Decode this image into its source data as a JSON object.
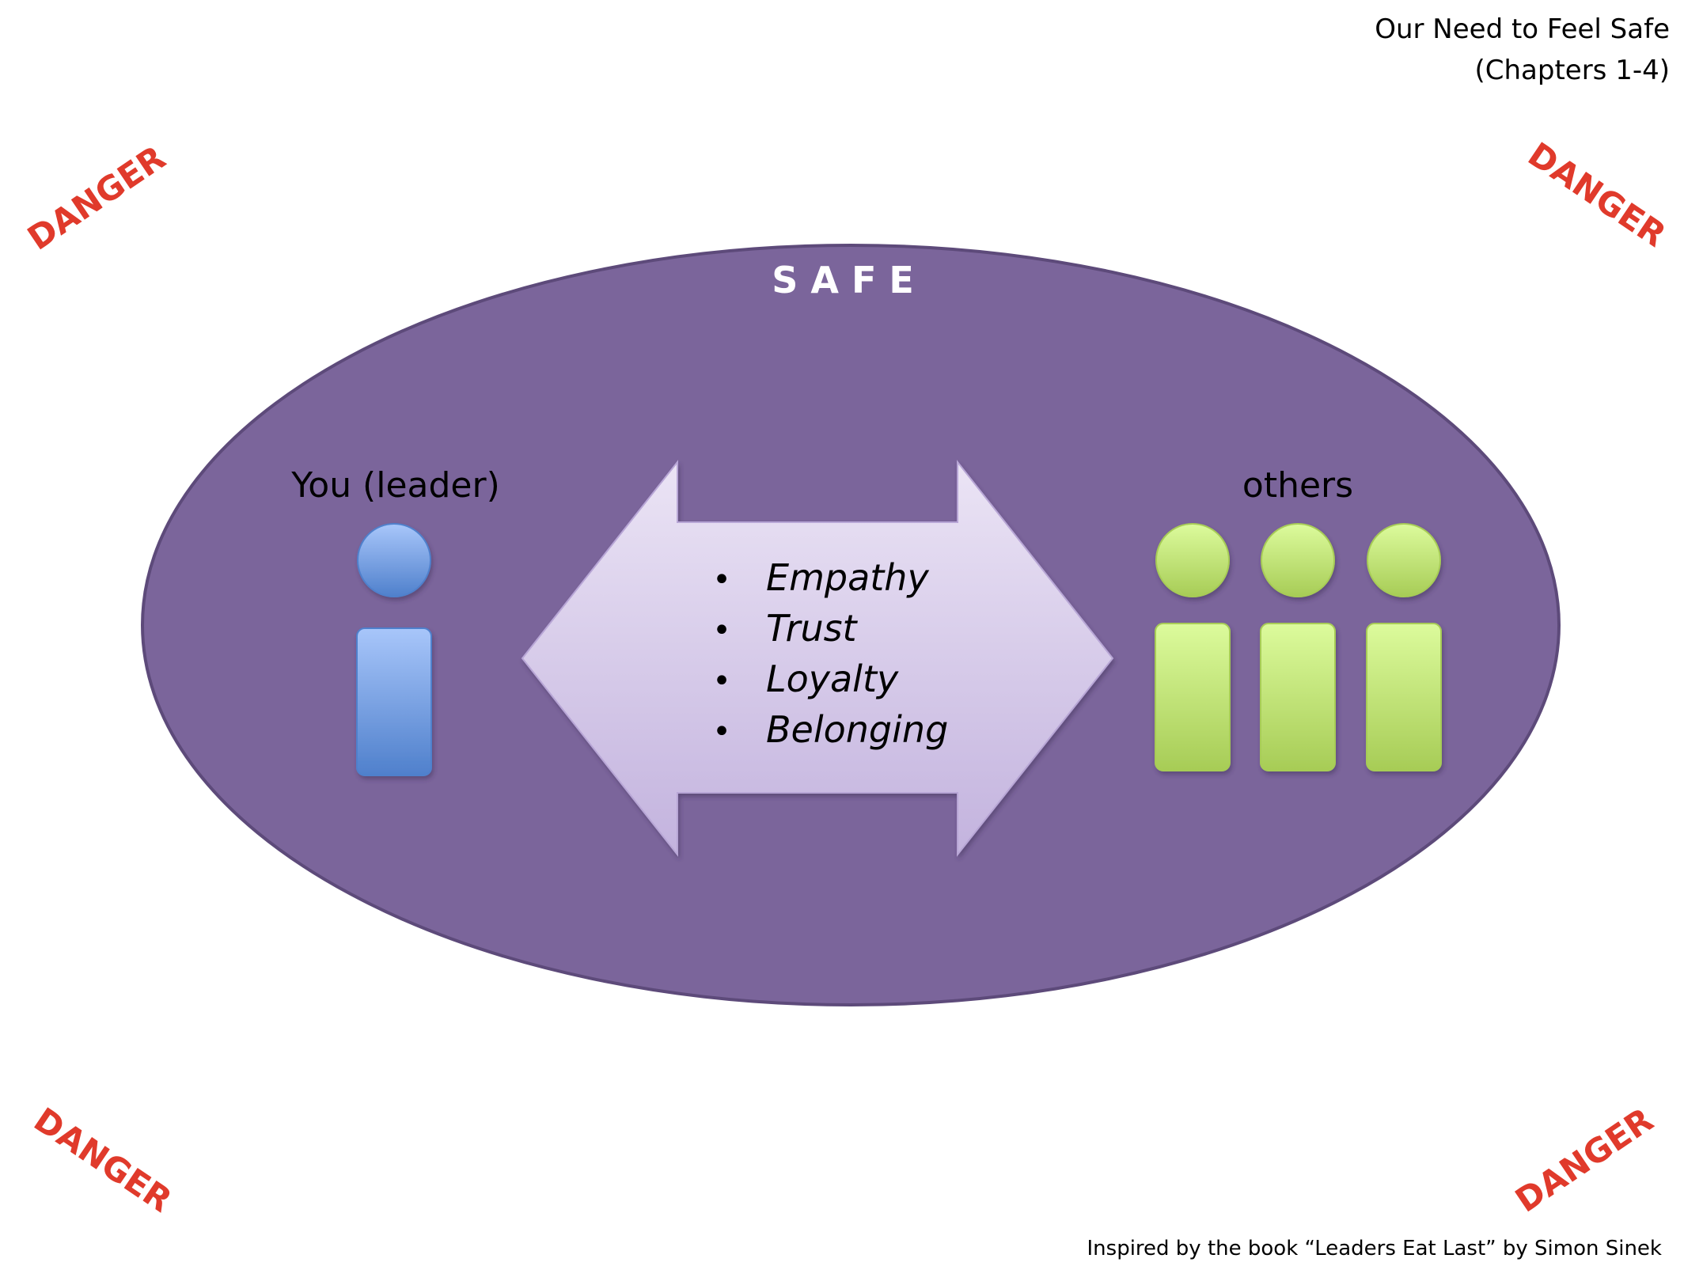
{
  "title": {
    "line1": "Our Need to Feel Safe",
    "line2": "(Chapters 1-4)"
  },
  "danger_labels": [
    "DANGER",
    "DANGER",
    "DANGER",
    "DANGER"
  ],
  "safe_zone": {
    "label": "S A F E"
  },
  "leader": {
    "label": "You (leader)"
  },
  "others": {
    "label": "others"
  },
  "arrow": {
    "items": [
      "Empathy",
      "Trust",
      "Loyalty",
      "Belonging"
    ],
    "bullet": "•"
  },
  "footer": {
    "credit": "Inspired by the book “Leaders Eat Last” by Simon Sinek"
  },
  "colors": {
    "danger": "#e03a2b",
    "ellipse_fill": "#7b659b",
    "ellipse_stroke": "#5d4a7a",
    "leader_light": "#a8c6fa",
    "leader_dark": "#4f80cc",
    "others_light": "#dcfb9c",
    "others_dark": "#a7cc56",
    "arrow_light": "#ebe4f5",
    "arrow_dark": "#c3b3de"
  }
}
